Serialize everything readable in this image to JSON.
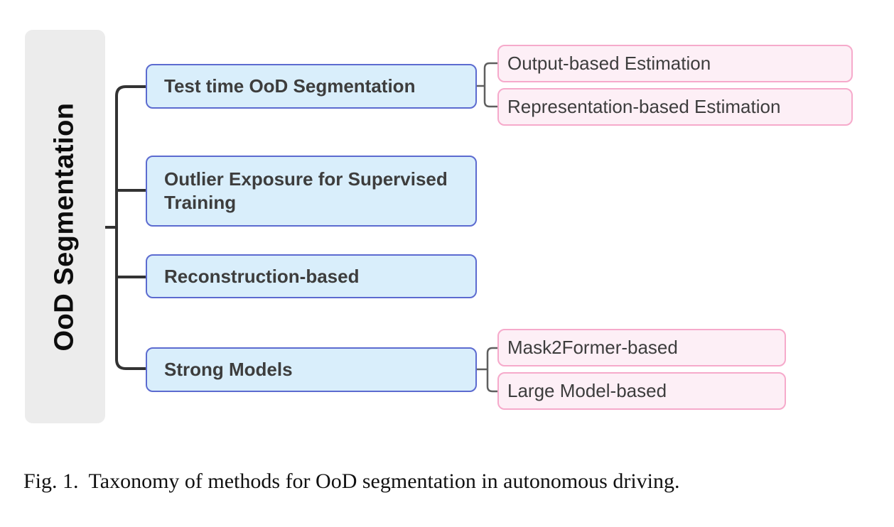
{
  "figure": {
    "root_label": "OoD Segmentation",
    "branches": [
      {
        "label": "Test time OoD Segmentation",
        "children": [
          "Output-based Estimation",
          "Representation-based Estimation"
        ]
      },
      {
        "label": "Outlier Exposure for Supervised Training",
        "children": []
      },
      {
        "label": "Reconstruction-based",
        "children": []
      },
      {
        "label": "Strong Models",
        "children": [
          "Mask2Former-based",
          "Large Model-based"
        ]
      }
    ],
    "caption": {
      "prefix": "Fig. 1.",
      "text": "Taxonomy of methods for OoD segmentation in autonomous driving."
    },
    "colors": {
      "category_fill": "#d9eefb",
      "category_border": "#5c6bd0",
      "leaf_fill": "#fdeff6",
      "leaf_border": "#f6aacb",
      "root_fill": "#ececec",
      "tree_line": "#333333",
      "connector_line": "#5f5f5f",
      "box_text": "#3d3d3d",
      "caption_text": "#111111"
    }
  }
}
